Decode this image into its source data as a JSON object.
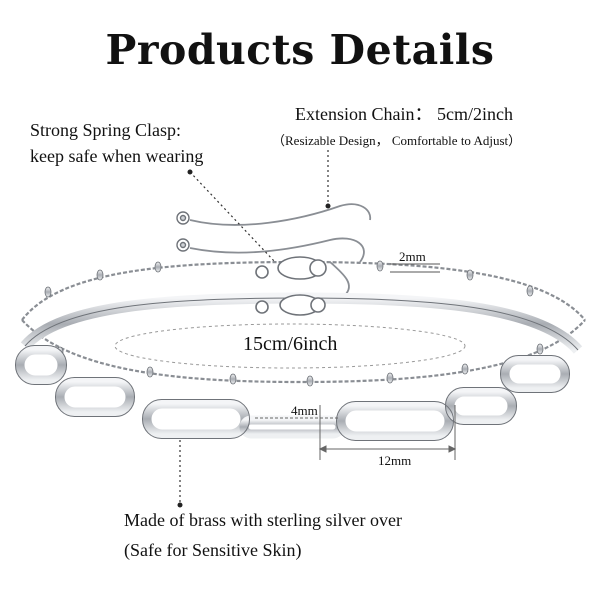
{
  "header": {
    "title": "Products Details"
  },
  "annotations": {
    "extension_chain": "Extension Chain： 5cm/2inch",
    "extension_note": "（Resizable Design， Comfortable to Adjust）",
    "clasp_line1": "Strong Spring Clasp:",
    "clasp_line2": "keep safe when wearing",
    "chain_width_thin": "2mm",
    "length": "15cm/6inch",
    "link_width": "4mm",
    "link_length": "12mm",
    "material": "Made of brass with sterling silver over",
    "material_note": "(Safe for Sensitive Skin)"
  },
  "colors": {
    "silver": "#c9ccd1",
    "silver_dark": "#6f7379",
    "text": "#111111",
    "background": "#ffffff"
  }
}
